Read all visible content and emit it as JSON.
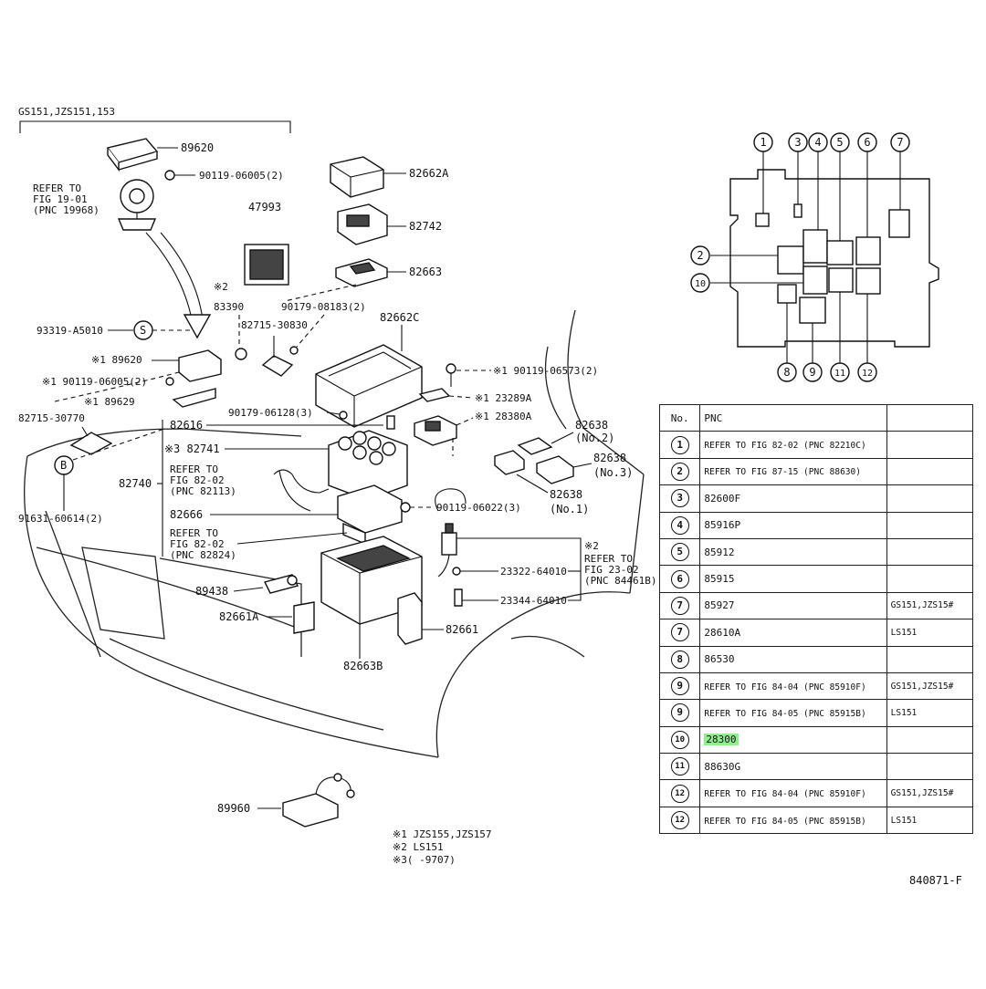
{
  "header_label": "GS151,JZS151,153",
  "figure_code": "840871-F",
  "callouts": {
    "p89620": "89620",
    "p90119_06005a": "90119-06005(2)",
    "refer19_l1": "REFER TO",
    "refer19_l2": "FIG 19-01",
    "refer19_l3": "(PNC 19968)",
    "p82662A": "82662A",
    "p47993": "47993",
    "p82742": "82742",
    "p82663": "82663",
    "p2_83390_mark": "※2",
    "p83390": "83390",
    "p90179_08183": "90179-08183(2)",
    "p82715_30830": "82715-30830",
    "p93319": "93319-A5010",
    "s_mark": "S",
    "p82662C": "82662C",
    "p1_89620": "※1 89620",
    "p1_90119_06005": "※1 90119-06005(2)",
    "p1_89629": "※1 89629",
    "p1_90119_06573": "※1 90119-06573(2)",
    "p1_23289A": "※1 23289A",
    "p1_28380A": "※1 28380A",
    "p82715_30770": "82715-30770",
    "p90179_06128": "90179-06128(3)",
    "p82616": "82616",
    "p3_82741": "※3 82741",
    "p82638_2": "82638",
    "p82638_2b": "(No.2)",
    "p82638_3": "82638",
    "p82638_3b": "(No.3)",
    "p82638_1": "82638",
    "p82638_1b": "(No.1)",
    "b_mark": "B",
    "p82740": "82740",
    "refer82a_l1": "REFER TO",
    "refer82a_l2": "FIG 82-02",
    "refer82a_l3": "(PNC 82113)",
    "p91631": "91631-60614(2)",
    "p82666": "82666",
    "p90119_06022": "90119-06022(3)",
    "refer82b_l1": "REFER TO",
    "refer82b_l2": "FIG 82-02",
    "refer82b_l3": "(PNC 82824)",
    "p2_mark_b": "※2",
    "refer23_l1": "REFER TO",
    "refer23_l2": "FIG 23-02",
    "refer23_l3": "(PNC 84461B)",
    "p23322": "23322-64010",
    "p89438": "89438",
    "p23344": "23344-64010",
    "p82661A": "82661A",
    "p82661": "82661",
    "p82663B": "82663B",
    "p89960": "89960"
  },
  "footnotes": [
    "※1 JZS155,JZS157",
    "※2 LS151",
    "※3(     -9707)"
  ],
  "relay_box": {
    "top_numbers": [
      "1",
      "3",
      "4",
      "5",
      "6",
      "7"
    ],
    "left_numbers": [
      "2",
      "10"
    ],
    "bottom_numbers": [
      "8",
      "9",
      "11",
      "12"
    ]
  },
  "table": {
    "headers": [
      "No.",
      "PNC",
      ""
    ],
    "rows": [
      {
        "no": "1",
        "pnc": "REFER TO FIG 82-02 (PNC 82210C)",
        "note": ""
      },
      {
        "no": "2",
        "pnc": "REFER TO FIG 87-15 (PNC 88630)",
        "note": ""
      },
      {
        "no": "3",
        "pnc": "82600F",
        "note": ""
      },
      {
        "no": "4",
        "pnc": "85916P",
        "note": ""
      },
      {
        "no": "5",
        "pnc": "85912",
        "note": ""
      },
      {
        "no": "6",
        "pnc": "85915",
        "note": ""
      },
      {
        "no": "7",
        "pnc": "85927",
        "note": "GS151,JZS15#"
      },
      {
        "no": "7",
        "pnc": "28610A",
        "note": "LS151"
      },
      {
        "no": "8",
        "pnc": "86530",
        "note": ""
      },
      {
        "no": "9",
        "pnc": "REFER TO FIG 84-04 (PNC 85910F)",
        "note": "GS151,JZS15#"
      },
      {
        "no": "9",
        "pnc": "REFER TO FIG 84-05 (PNC 85915B)",
        "note": "LS151"
      },
      {
        "no": "10",
        "pnc": "28300",
        "note": "",
        "highlight": true
      },
      {
        "no": "11",
        "pnc": "88630G",
        "note": ""
      },
      {
        "no": "12",
        "pnc": "REFER TO FIG 84-04 (PNC 85910F)",
        "note": "GS151,JZS15#"
      },
      {
        "no": "12",
        "pnc": "REFER TO FIG 84-05 (PNC 85915B)",
        "note": "LS151"
      }
    ]
  }
}
